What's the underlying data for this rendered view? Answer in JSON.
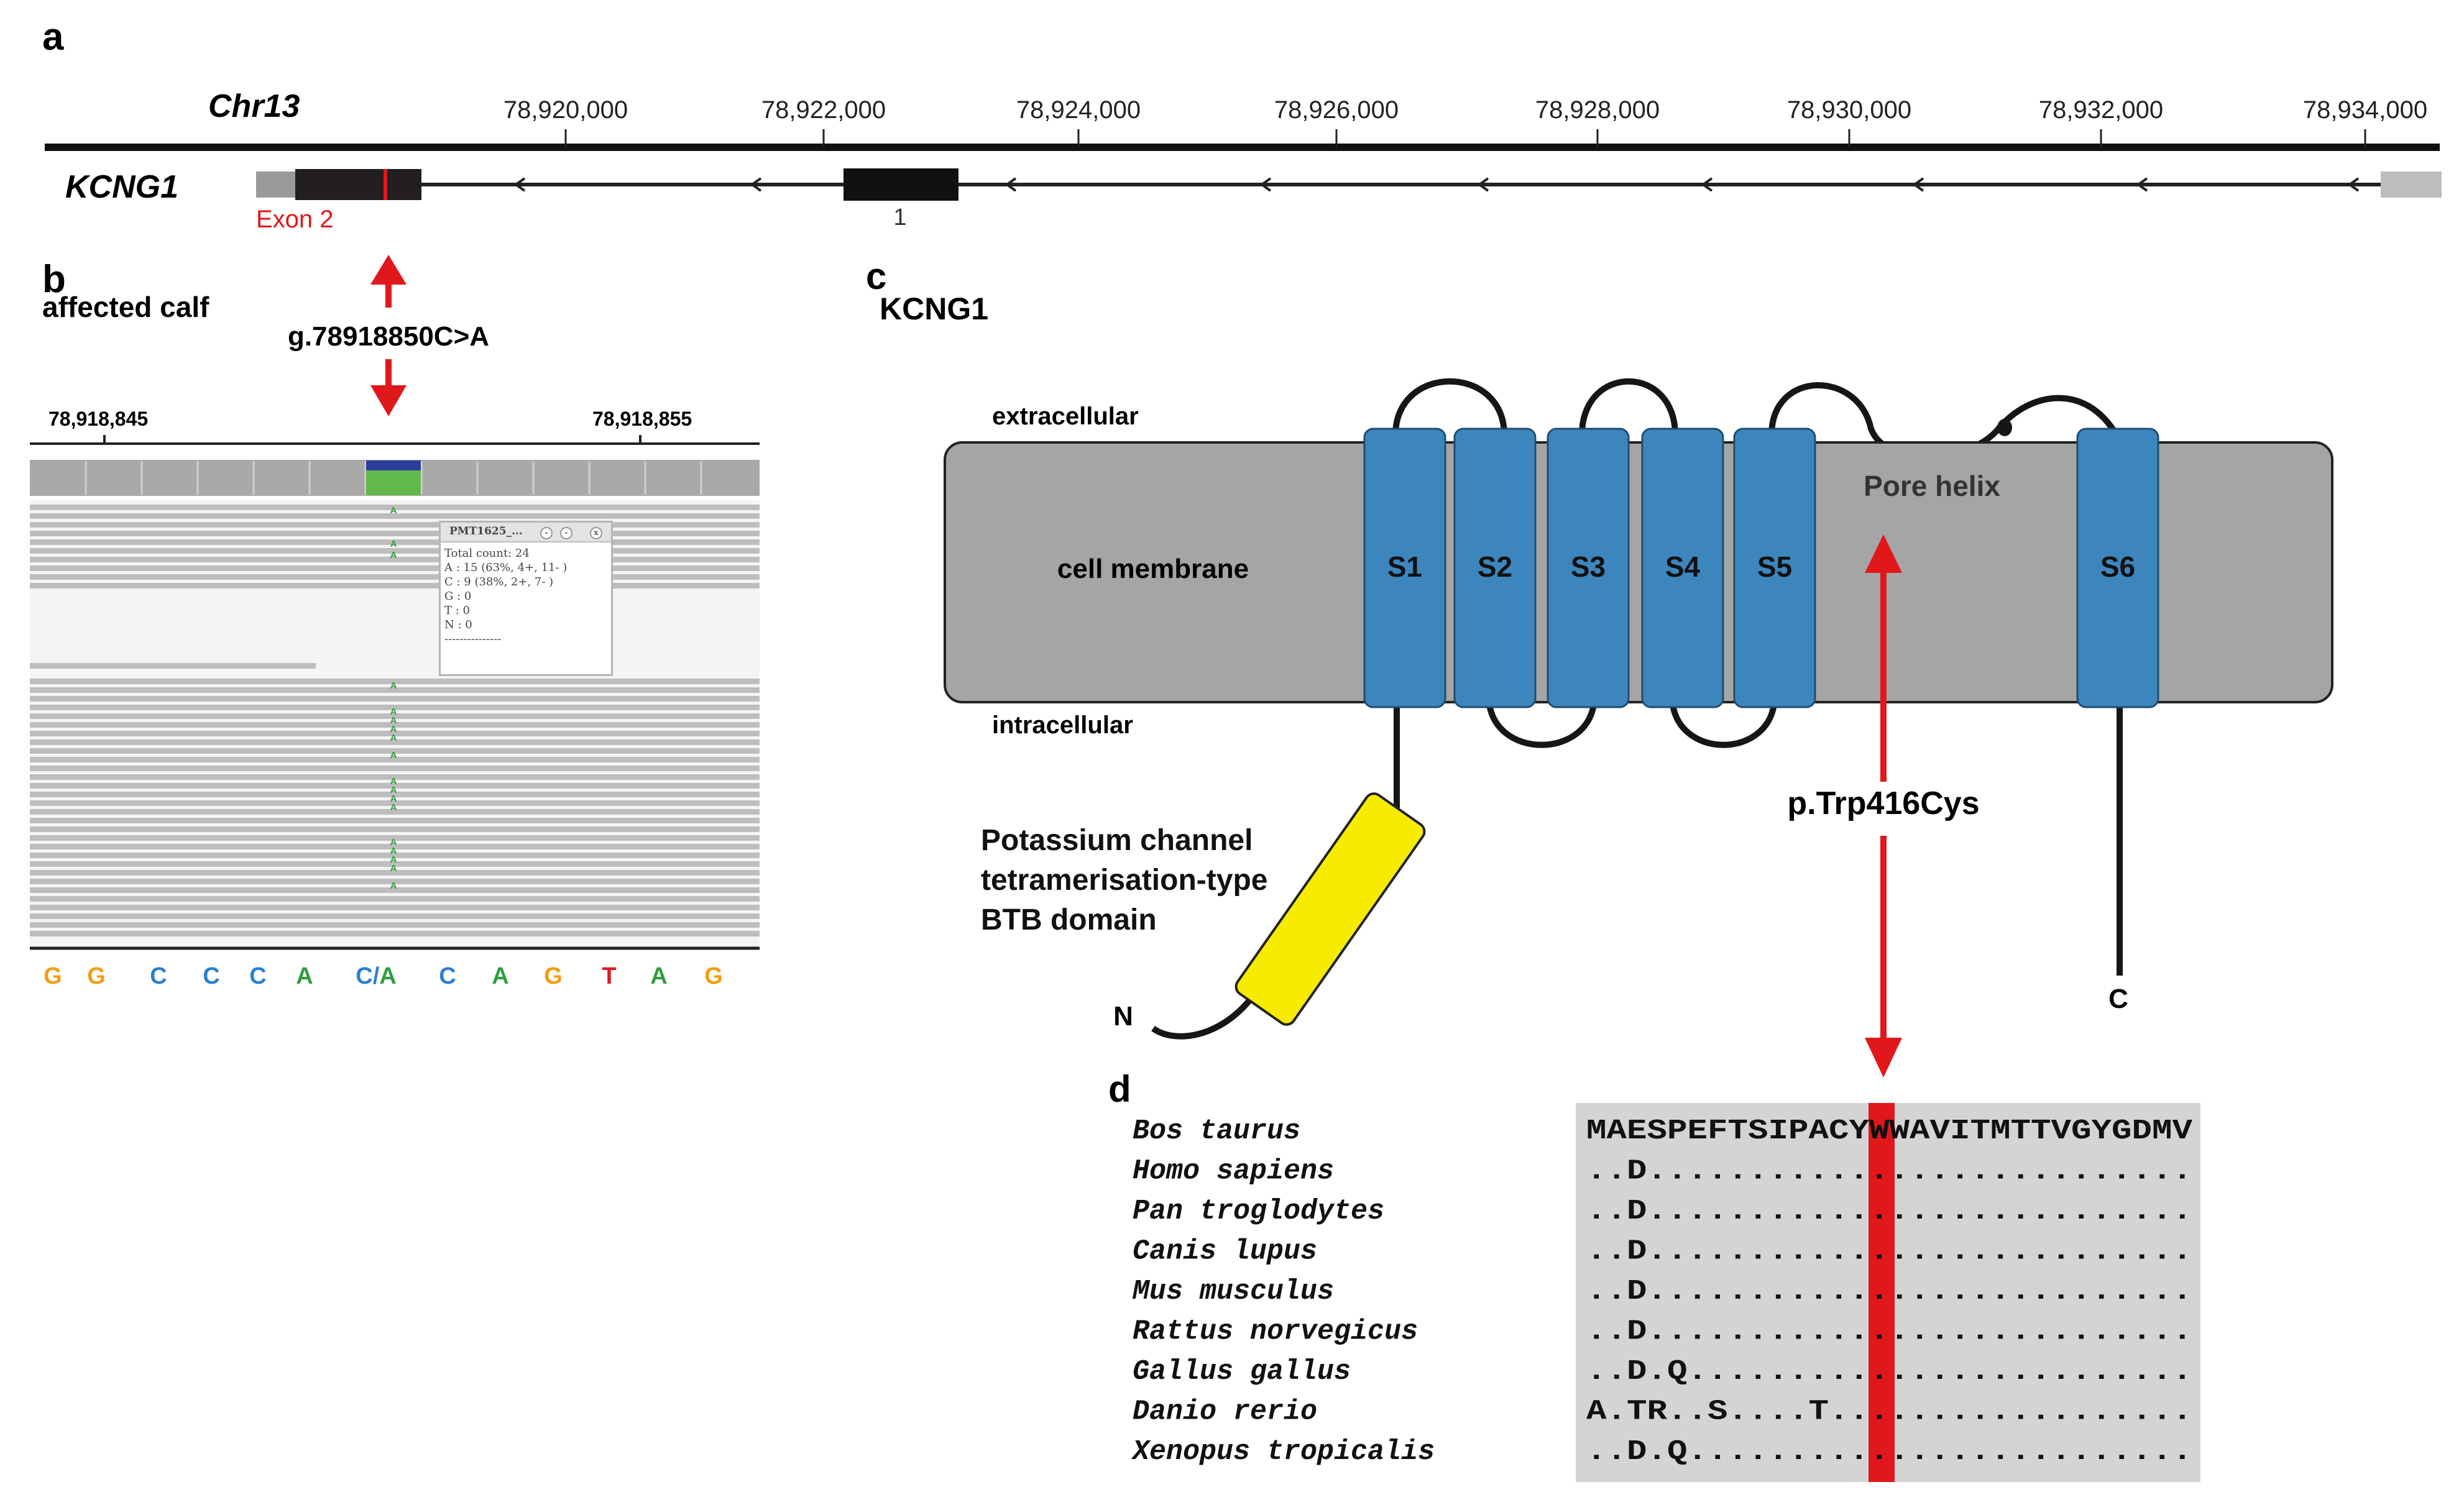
{
  "panel_labels": {
    "a": "a",
    "b": "b",
    "c": "c",
    "d": "d"
  },
  "panel_a": {
    "chromosome": "Chr13",
    "gene": "KCNG1",
    "ticks": [
      "78,920,000",
      "78,922,000",
      "78,924,000",
      "78,926,000",
      "78,928,000",
      "78,930,000",
      "78,932,000",
      "78,934,000"
    ],
    "exon2_label": "Exon 2",
    "exon1_label": "1"
  },
  "panel_b": {
    "title": "affected calf",
    "variant": "g.78918850C>A",
    "coord_left": "78,918,845",
    "coord_right": "78,918,855",
    "read_base": "A",
    "popup": {
      "title": "PMT1625_...",
      "buttons": [
        "-",
        "-",
        "x"
      ],
      "lines": [
        "Total count: 24",
        "A : 15 (63%, 4+, 11- )",
        "C : 9 (38%, 2+, 7- )",
        "G : 0",
        "T : 0",
        "N : 0",
        "---------------"
      ]
    },
    "sequence": [
      {
        "base": "G",
        "color": "#f39c12"
      },
      {
        "base": "G",
        "color": "#f39c12"
      },
      {
        "base": "C",
        "color": "#2a7fd4"
      },
      {
        "base": "C",
        "color": "#2a7fd4"
      },
      {
        "base": "C",
        "color": "#2a7fd4"
      },
      {
        "base": "A",
        "color": "#2e9e3e"
      },
      {
        "base": "C/A",
        "color": "#2a7fd4"
      },
      {
        "base": "C",
        "color": "#2a7fd4"
      },
      {
        "base": "A",
        "color": "#2e9e3e"
      },
      {
        "base": "G",
        "color": "#f39c12"
      },
      {
        "base": "T",
        "color": "#e0181b"
      },
      {
        "base": "A",
        "color": "#2e9e3e"
      },
      {
        "base": "G",
        "color": "#f39c12"
      }
    ]
  },
  "panel_c": {
    "protein": "KCNG1",
    "extracellular": "extracellular",
    "intracellular": "intracellular",
    "membrane": "cell membrane",
    "segments": [
      "S1",
      "S2",
      "S3",
      "S4",
      "S5",
      "S6"
    ],
    "pore": "Pore helix",
    "domain_label_lines": [
      "Potassium channel",
      "tetramerisation-type",
      "BTB domain"
    ],
    "n_term": "N",
    "c_term": "C",
    "mutation": "p.Trp416Cys"
  },
  "panel_d": {
    "species": [
      "Bos taurus",
      "Homo sapiens",
      "Pan troglodytes",
      "Canis lupus",
      "Mus musculus",
      "Rattus norvegicus",
      "Gallus gallus",
      "Danio rerio",
      "Xenopus tropicalis"
    ],
    "alignment": [
      "MAESPEFTSIPACYWWAVITMTTVGYGDMV",
      "..D...........................",
      "..D...........................",
      "..D...........................",
      "..D...........................",
      "..D...........................",
      "..D.Q.........................",
      "A.TR..S....T..................",
      "..D.Q........................."
    ]
  },
  "colors": {
    "red": "#e0181b",
    "segment_blue": "#3d86bd",
    "membrane_gray": "#a5a5a5",
    "domain_yellow": "#f7ec00",
    "align_bg": "#d4d4d4"
  }
}
